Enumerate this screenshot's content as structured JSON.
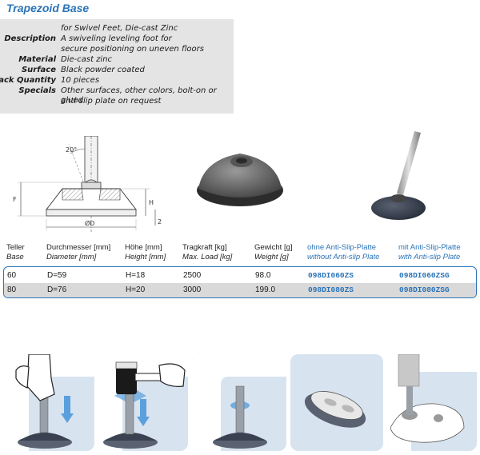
{
  "title": "Trapezoid Base",
  "specs": [
    {
      "key": "",
      "value": "for Swivel Feet, Die-cast Zinc"
    },
    {
      "key": "Description",
      "value": "A swiveling leveling foot for"
    },
    {
      "key": "",
      "value": "secure positioning on uneven floors"
    },
    {
      "key": "Material",
      "value": "Die-cast zinc"
    },
    {
      "key": "Surface",
      "value": "Black powder coated"
    },
    {
      "key": "Pack Quantity",
      "value": "10 pieces"
    },
    {
      "key": "Specials",
      "value": "Other surfaces, other colors, bolt-on or glued"
    },
    {
      "key": "",
      "value": "anti-slip plate on request"
    }
  ],
  "drawing": {
    "angle_label": "20°",
    "dim_f": "F",
    "dim_h": "H",
    "dim_d": "ØD",
    "dim_2": "2"
  },
  "table": {
    "headers": [
      {
        "de": "Teller",
        "en": "Base"
      },
      {
        "de": "Durchmesser [mm]",
        "en": "Diameter [mm]"
      },
      {
        "de": "Höhe [mm]",
        "en": "Height [mm]"
      },
      {
        "de": "Tragkraft [kg]",
        "en": "Max. Load [kg]"
      },
      {
        "de": "Gewicht [g]",
        "en": "Weight [g]"
      },
      {
        "de": "ohne Anti-Slip-Platte",
        "en": "without Anti-slip Plate"
      },
      {
        "de": "mit Anti-Slip-Platte",
        "en": "with Anti-slip Plate"
      }
    ],
    "rows": [
      [
        "60",
        "D=59",
        "H=18",
        "2500",
        "98.0",
        "098DI060ZS",
        "098DI060ZSG"
      ],
      [
        "80",
        "D=76",
        "H=20",
        "3000",
        "199.0",
        "098DI080ZS",
        "098DI080ZSG"
      ]
    ]
  },
  "colors": {
    "accent": "#2a73b8",
    "spec_bg": "#e4e4e4",
    "row_alt": "#d9d9d9",
    "panel_bg": "#d8e3f0"
  }
}
